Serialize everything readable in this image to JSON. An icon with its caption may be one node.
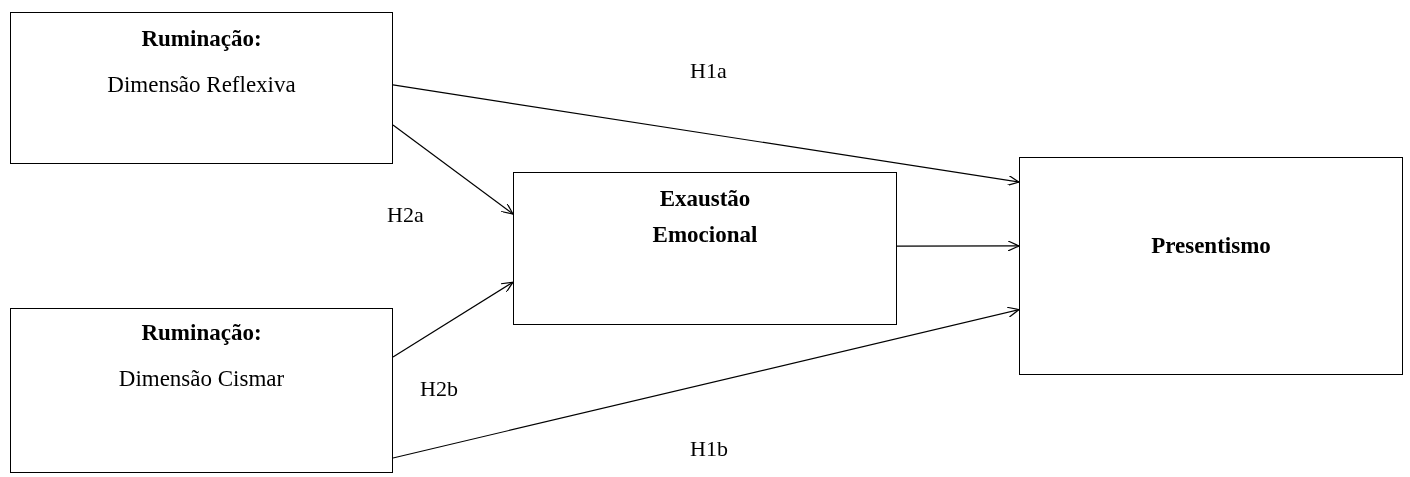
{
  "diagram": {
    "nodes": [
      {
        "text": [
          "Ruminação:",
          "Dimensão Reflexiva"
        ]
      },
      {
        "text": [
          "Ruminação:",
          "Dimensão Cismar"
        ]
      },
      {
        "text": [
          "Exaustão Emocional"
        ]
      },
      {
        "text": [
          "Presentismo"
        ]
      }
    ],
    "edges": [
      {
        "from": 0,
        "to": 3,
        "arrow": "to",
        "label": "H1a"
      },
      {
        "from": 0,
        "to": 2,
        "arrow": "to",
        "label": "H2a"
      },
      {
        "from": 1,
        "to": 2,
        "arrow": "to",
        "label": "H2b"
      },
      {
        "from": 2,
        "to": 3,
        "arrow": "to"
      },
      {
        "from": 1,
        "to": 3,
        "arrow": "to",
        "label": "H1b"
      }
    ]
  }
}
